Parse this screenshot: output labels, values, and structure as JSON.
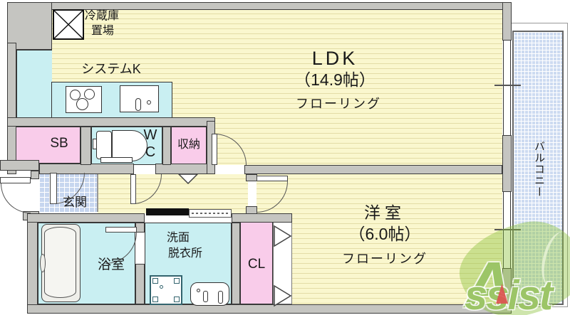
{
  "labels": {
    "fridge1": "冷蔵庫",
    "fridge2": "置場",
    "kitchen": "システムK",
    "ldk": "LDK",
    "ldk_size": "（14.9帖）",
    "ldk_floor": "フローリング",
    "sb": "SB",
    "wc_w": "W",
    "wc_c": "C",
    "shuno": "収納",
    "genkan": "玄関",
    "bath": "浴室",
    "senmen1": "洗面",
    "senmen2": "脱衣所",
    "cl": "CL",
    "yoshitsu": "洋室",
    "yoshitsu_size": "（6.0帖）",
    "yoshitsu_floor": "フローリング",
    "balcony": "バルコニー"
  },
  "logo": {
    "a": "A",
    "rest": "ssist"
  },
  "colors": {
    "floor_yellow": "#FAF7CE",
    "wet_area_cyan": "#C9EFF2",
    "closet_pink": "#F9CCEA",
    "tile_blue": "#C7D6EF",
    "wall_gray": "#C5C5C1",
    "logo_green": "#7CB33C",
    "logo_red": "#DE5050"
  }
}
